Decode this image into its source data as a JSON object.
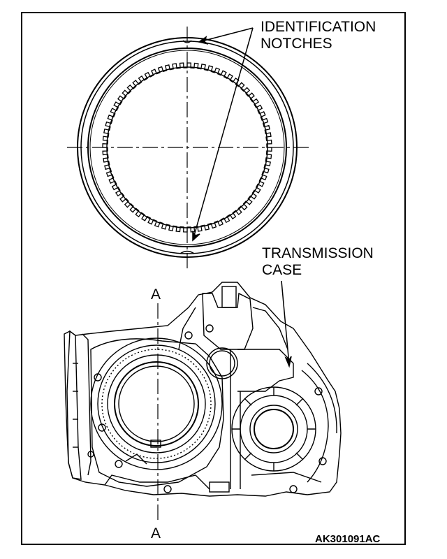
{
  "labels": {
    "identification_line1": "IDENTIFICATION",
    "identification_line2": "NOTCHES",
    "transmission_line1": "TRANSMISSION",
    "transmission_line2": "CASE",
    "section_top": "A",
    "section_bottom": "A",
    "figure_code": "AK301091AC"
  },
  "colors": {
    "line": "#000000",
    "background": "#ffffff"
  }
}
